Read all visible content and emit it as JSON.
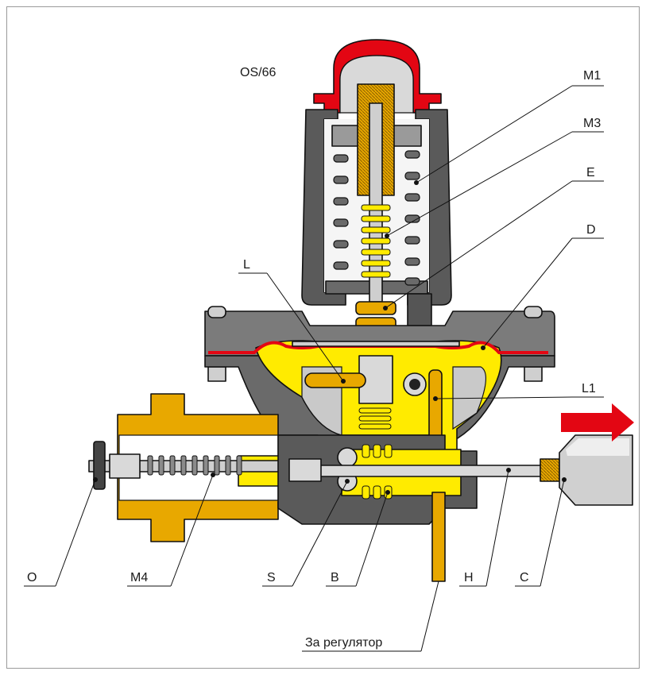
{
  "diagram": {
    "model": "OS/66",
    "labels": {
      "m1": "M1",
      "m3": "M3",
      "e": "E",
      "d": "D",
      "l": "L",
      "l1": "L1",
      "o": "O",
      "m4": "M4",
      "s": "S",
      "b": "B",
      "h": "H",
      "c": "C"
    },
    "outlet_caption": "За регулятор",
    "colors": {
      "body_gray": "#7b7b7b",
      "dark_gray": "#555555",
      "light_gray": "#c9c9c9",
      "yellow": "#ffeb00",
      "brass": "#e8a800",
      "red": "#e30613",
      "white": "#ffffff"
    },
    "flow_arrow": "red-right-arrow"
  }
}
